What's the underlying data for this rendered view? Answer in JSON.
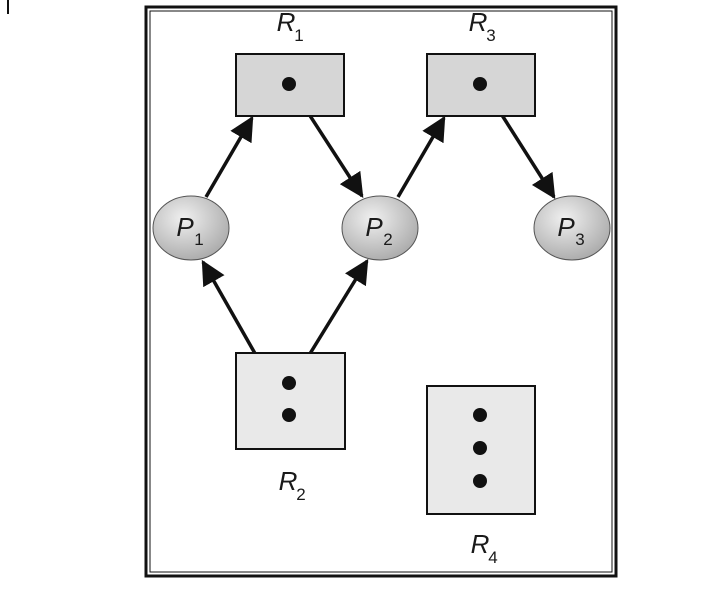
{
  "diagram": {
    "resources": [
      {
        "id": "R1",
        "letter": "R",
        "sub": "1",
        "instances": 1
      },
      {
        "id": "R2",
        "letter": "R",
        "sub": "2",
        "instances": 2
      },
      {
        "id": "R3",
        "letter": "R",
        "sub": "3",
        "instances": 1
      },
      {
        "id": "R4",
        "letter": "R",
        "sub": "4",
        "instances": 3
      }
    ],
    "processes": [
      {
        "id": "P1",
        "letter": "P",
        "sub": "1"
      },
      {
        "id": "P2",
        "letter": "P",
        "sub": "2"
      },
      {
        "id": "P3",
        "letter": "P",
        "sub": "3"
      }
    ],
    "edges": [
      {
        "kind": "request",
        "from": "P1",
        "to": "R1"
      },
      {
        "kind": "assignment",
        "from": "R1",
        "to": "P2"
      },
      {
        "kind": "request",
        "from": "P2",
        "to": "R3"
      },
      {
        "kind": "assignment",
        "from": "R3",
        "to": "P3"
      },
      {
        "kind": "assignment",
        "from": "R2",
        "to": "P1"
      },
      {
        "kind": "assignment",
        "from": "R2",
        "to": "P2"
      }
    ],
    "colors": {
      "resource_held": "#d6d6d6",
      "resource_free": "#e9e9e9",
      "process_fill": "#c8c8c8",
      "stroke": "#111111"
    }
  }
}
